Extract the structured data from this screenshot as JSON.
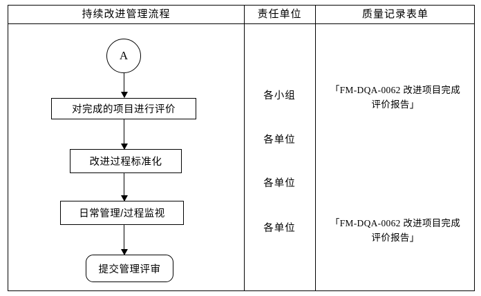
{
  "table": {
    "headers": [
      {
        "id": "process",
        "label": "持续改进管理流程"
      },
      {
        "id": "owner",
        "label": "责任单位"
      },
      {
        "id": "records",
        "label": "质量记录表单"
      }
    ]
  },
  "flow": {
    "connector": {
      "label": "A",
      "shape": "circle"
    },
    "nodes": [
      {
        "id": "evaluate-completed-project",
        "label": "对完成的项目进行评价",
        "shape": "rectangle"
      },
      {
        "id": "standardize-improvement",
        "label": "改进过程标准化",
        "shape": "rectangle"
      },
      {
        "id": "daily-management-monitor",
        "label": "日常管理/过程监视",
        "shape": "rectangle"
      },
      {
        "id": "submit-management-review",
        "label": "提交管理评审",
        "shape": "terminator"
      }
    ]
  },
  "owners": [
    {
      "id": "owner-1",
      "label": "各小组"
    },
    {
      "id": "owner-2",
      "label": "各单位"
    },
    {
      "id": "owner-3",
      "label": "各单位"
    },
    {
      "id": "owner-4",
      "label": "各单位"
    }
  ],
  "records": [
    {
      "id": "record-1",
      "line1": "「FM-DQA-0062 改进项目完成",
      "line2": "评价报告」"
    },
    {
      "id": "record-2",
      "line1": "「FM-DQA-0062 改进项目完成",
      "line2": "评价报告」"
    }
  ],
  "colors": {
    "background": "#ffffff",
    "line": "#000000",
    "text": "#000000"
  }
}
